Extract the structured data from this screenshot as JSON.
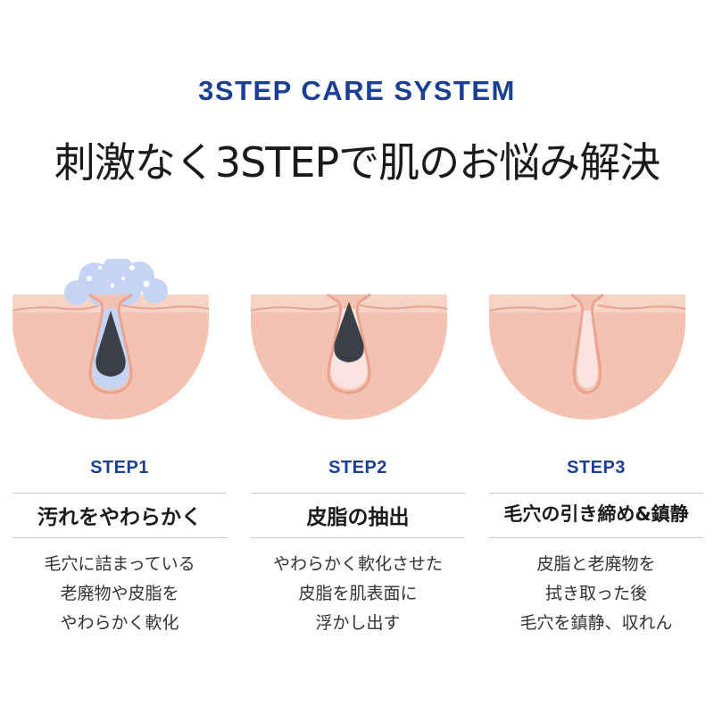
{
  "header": {
    "kicker": "3STEP CARE SYSTEM",
    "headline": "刺激なく3STEPで肌のお悩み解決"
  },
  "colors": {
    "brand_blue": "#1b3f94",
    "skin": "#f4c2b2",
    "skin_line": "#e8a48e",
    "sebum": "#3b3f47",
    "foam": "#c5d4f5"
  },
  "steps": [
    {
      "label": "STEP1",
      "title": "汚れをやわらかく",
      "desc": [
        "毛穴に詰まっている",
        "老廃物や皮脂を",
        "やわらかく軟化"
      ],
      "illustration": "pore-with-foam-and-sebum-icon"
    },
    {
      "label": "STEP2",
      "title": "皮脂の抽出",
      "desc": [
        "やわらかく軟化させた",
        "皮脂を肌表面に",
        "浮かし出す"
      ],
      "illustration": "pore-with-sebum-lifting-icon"
    },
    {
      "label": "STEP3",
      "title": "毛穴の引き締め&鎮静",
      "desc": [
        "皮脂と老廃物を",
        "拭き取った後",
        "毛穴を鎮静、収れん"
      ],
      "illustration": "clean-tightened-pore-icon"
    }
  ]
}
